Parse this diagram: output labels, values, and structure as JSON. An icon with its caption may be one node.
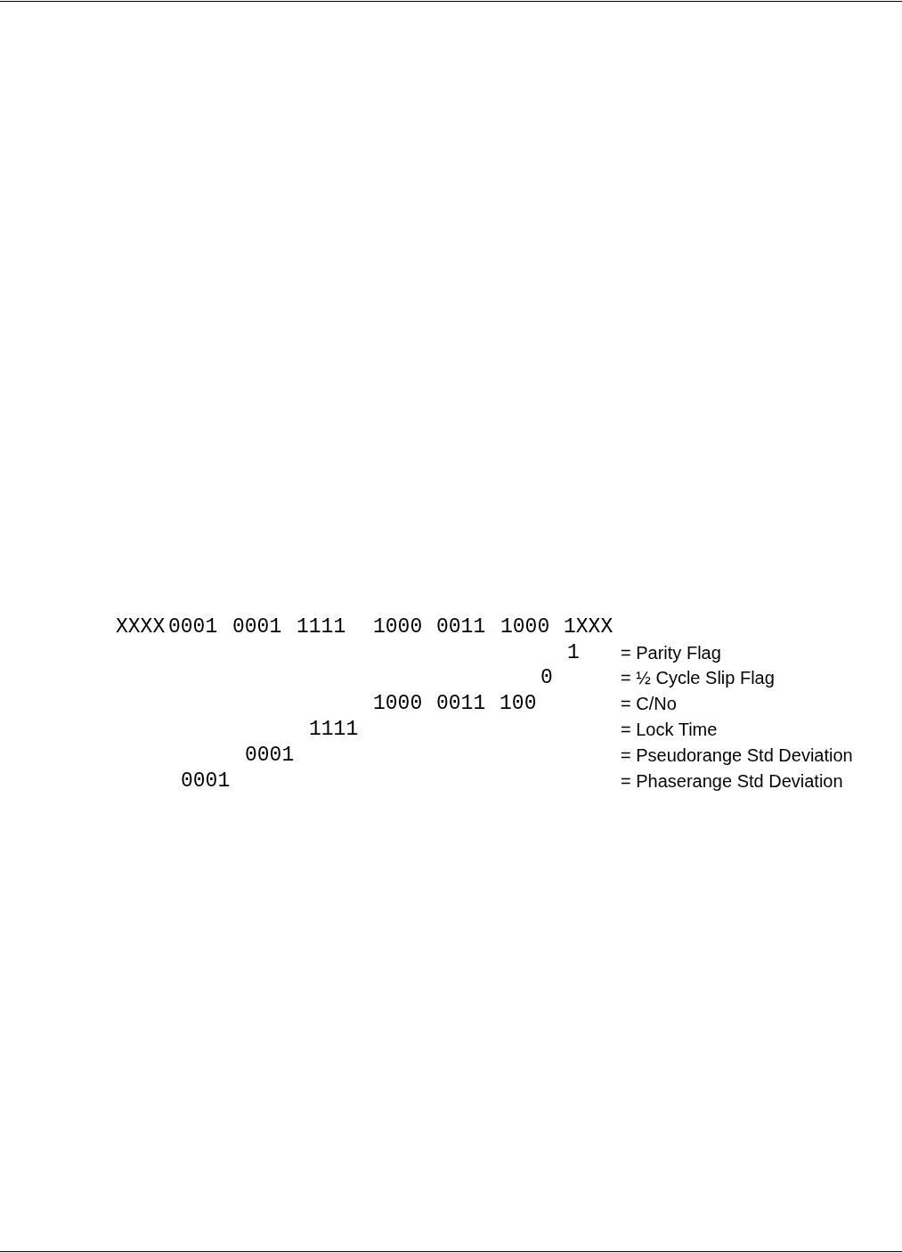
{
  "diagram": {
    "labels": [
      "XXXX",
      "0001",
      "0001",
      "1111",
      "1000",
      "0011",
      "1000",
      "1XXX",
      "1",
      "= Parity Flag",
      "0",
      "= ½ Cycle Slip Flag",
      "1000 0011 100",
      "= C/No",
      "1111",
      "= Lock Time",
      "0001",
      "= Pseudorange Std Deviation",
      "0001",
      "= Phaserange Std Deviation"
    ]
  }
}
